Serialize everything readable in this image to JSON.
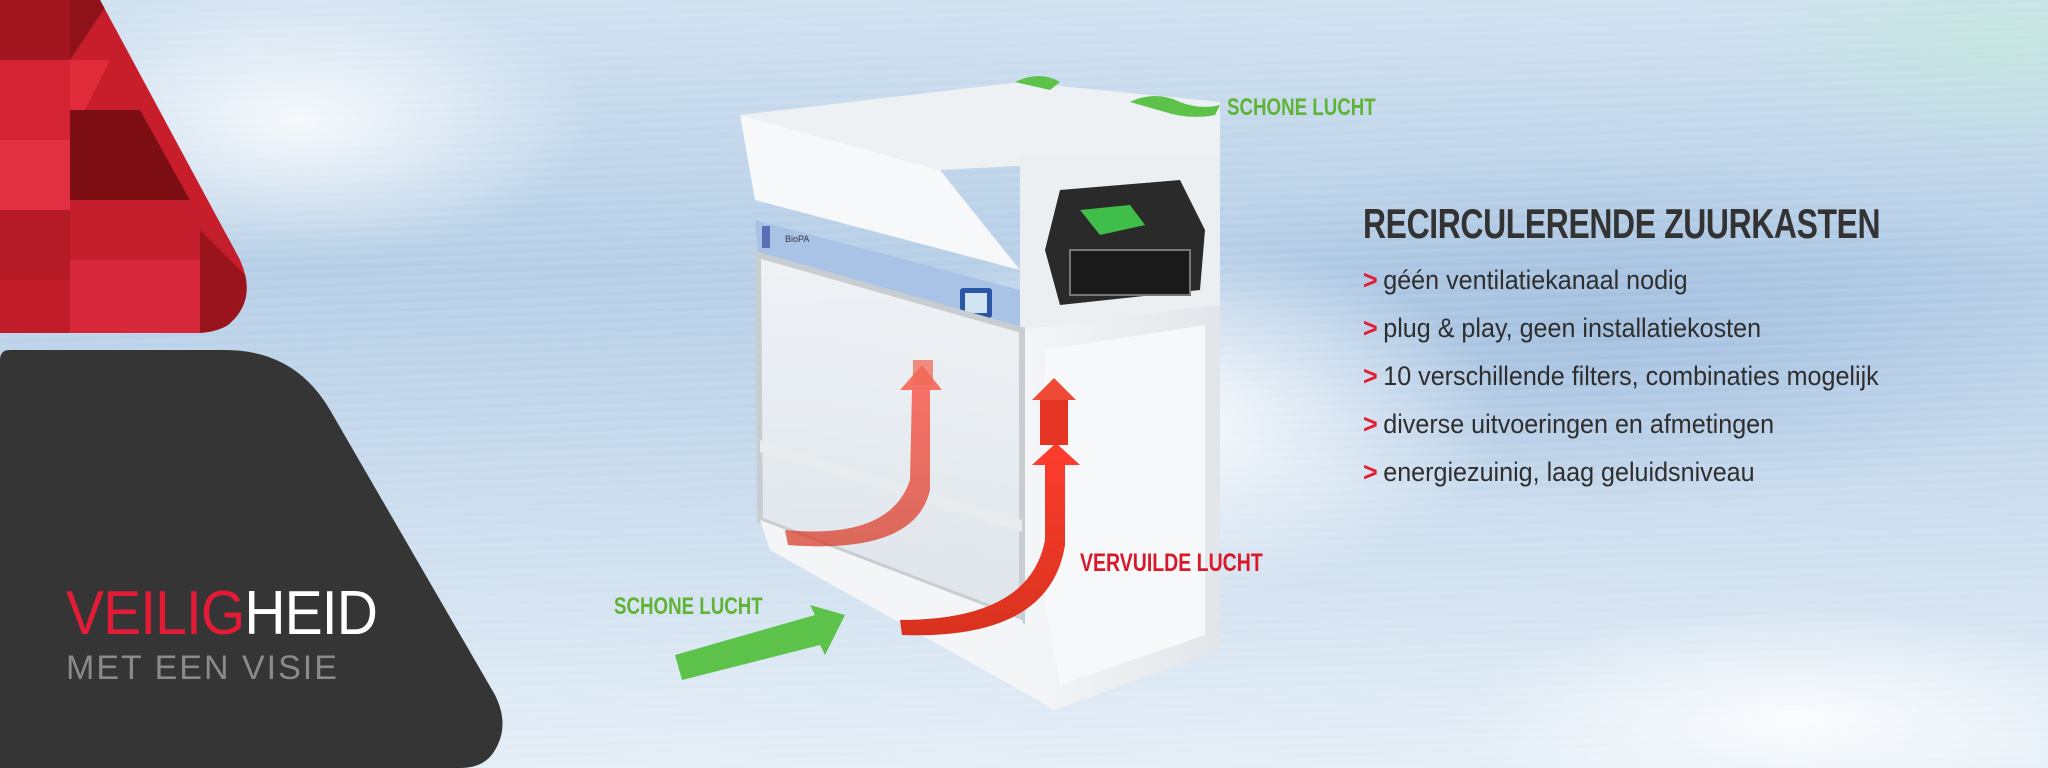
{
  "brand": {
    "line1_red": "VEILIG",
    "line1_white": "HEID",
    "line2": "MET EEN VISIE"
  },
  "product": {
    "name": "recirculating fume cupboard illustration",
    "panel_label": "BioPA",
    "labels": {
      "clean_air_top": "SCHONE LUCHT",
      "clean_air_bottom": "SCHONE LUCHT",
      "dirty_air": "VERVUILDE LUCHT"
    }
  },
  "info": {
    "title": "RECIRCULERENDE ZUURKASTEN",
    "bullet_symbol": ">",
    "items": [
      "géén ventilatiekanaal nodig",
      "plug & play, geen installatiekosten",
      "10 verschillende filters, combinaties mogelijk",
      "diverse uitvoeringen en afmetingen",
      "energiezuinig, laag geluidsniveau"
    ]
  },
  "colors": {
    "brand_red": "#e31b36",
    "dark_panel": "#353535",
    "clean_air_green": "#5fb336",
    "dirty_air_red": "#d9192a",
    "title_text": "#333333"
  }
}
